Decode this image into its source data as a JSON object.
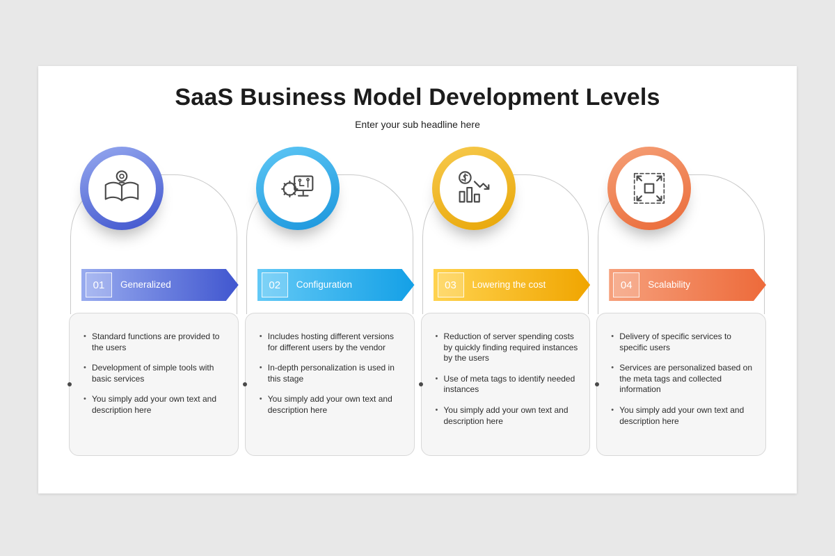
{
  "page": {
    "title": "SaaS Business Model Development Levels",
    "subtitle": "Enter your sub headline here"
  },
  "columns": [
    {
      "number": "01",
      "label": "Generalized",
      "icon": "book-lightbulb-icon",
      "colors": {
        "main": "#4056cf",
        "light": "#98abef"
      },
      "bullets": [
        "Standard functions are provided to the users",
        "Development of simple tools with basic services",
        "You simply add your own text and description here"
      ]
    },
    {
      "number": "02",
      "label": "Configuration",
      "icon": "gear-monitor-icon",
      "colors": {
        "main": "#14a0e6",
        "light": "#63c9f6"
      },
      "bullets": [
        "Includes hosting different versions for different users by the vendor",
        "In-depth personalization is used in this stage",
        "You simply add your own text and description here"
      ]
    },
    {
      "number": "03",
      "label": "Lowering the cost",
      "icon": "cost-reduction-chart-icon",
      "colors": {
        "main": "#f0a500",
        "light": "#ffd34f"
      },
      "bullets": [
        "Reduction of server spending costs by quickly finding required instances by the users",
        "Use of meta tags to identify needed instances",
        "You simply add your own text and description here"
      ]
    },
    {
      "number": "04",
      "label": "Scalability",
      "icon": "expand-arrows-icon",
      "colors": {
        "main": "#ed6a3a",
        "light": "#f6a07c"
      },
      "bullets": [
        "Delivery of specific services to specific users",
        "Services are personalized based on the meta tags and collected information",
        "You simply add your own text and description here"
      ]
    }
  ]
}
